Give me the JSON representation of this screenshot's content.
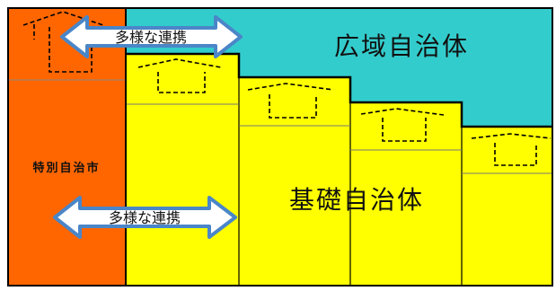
{
  "diagram": {
    "regional_label": "広域自治体",
    "basic_label": "基礎自治体",
    "special_city_label": "特別自治市",
    "arrow_top_label": "多様な連携",
    "arrow_bottom_label": "多様な連携"
  },
  "colors": {
    "regional": "#33CCCC",
    "basic": "#FFFF00",
    "special_city": "#FF6600",
    "arrow_fill": "#FFFFFF",
    "arrow_stroke": "#4A86C8",
    "border": "#000000"
  },
  "icons": {
    "house": "dashed-house-outline-icon",
    "arrow": "double-headed-arrow-icon"
  }
}
